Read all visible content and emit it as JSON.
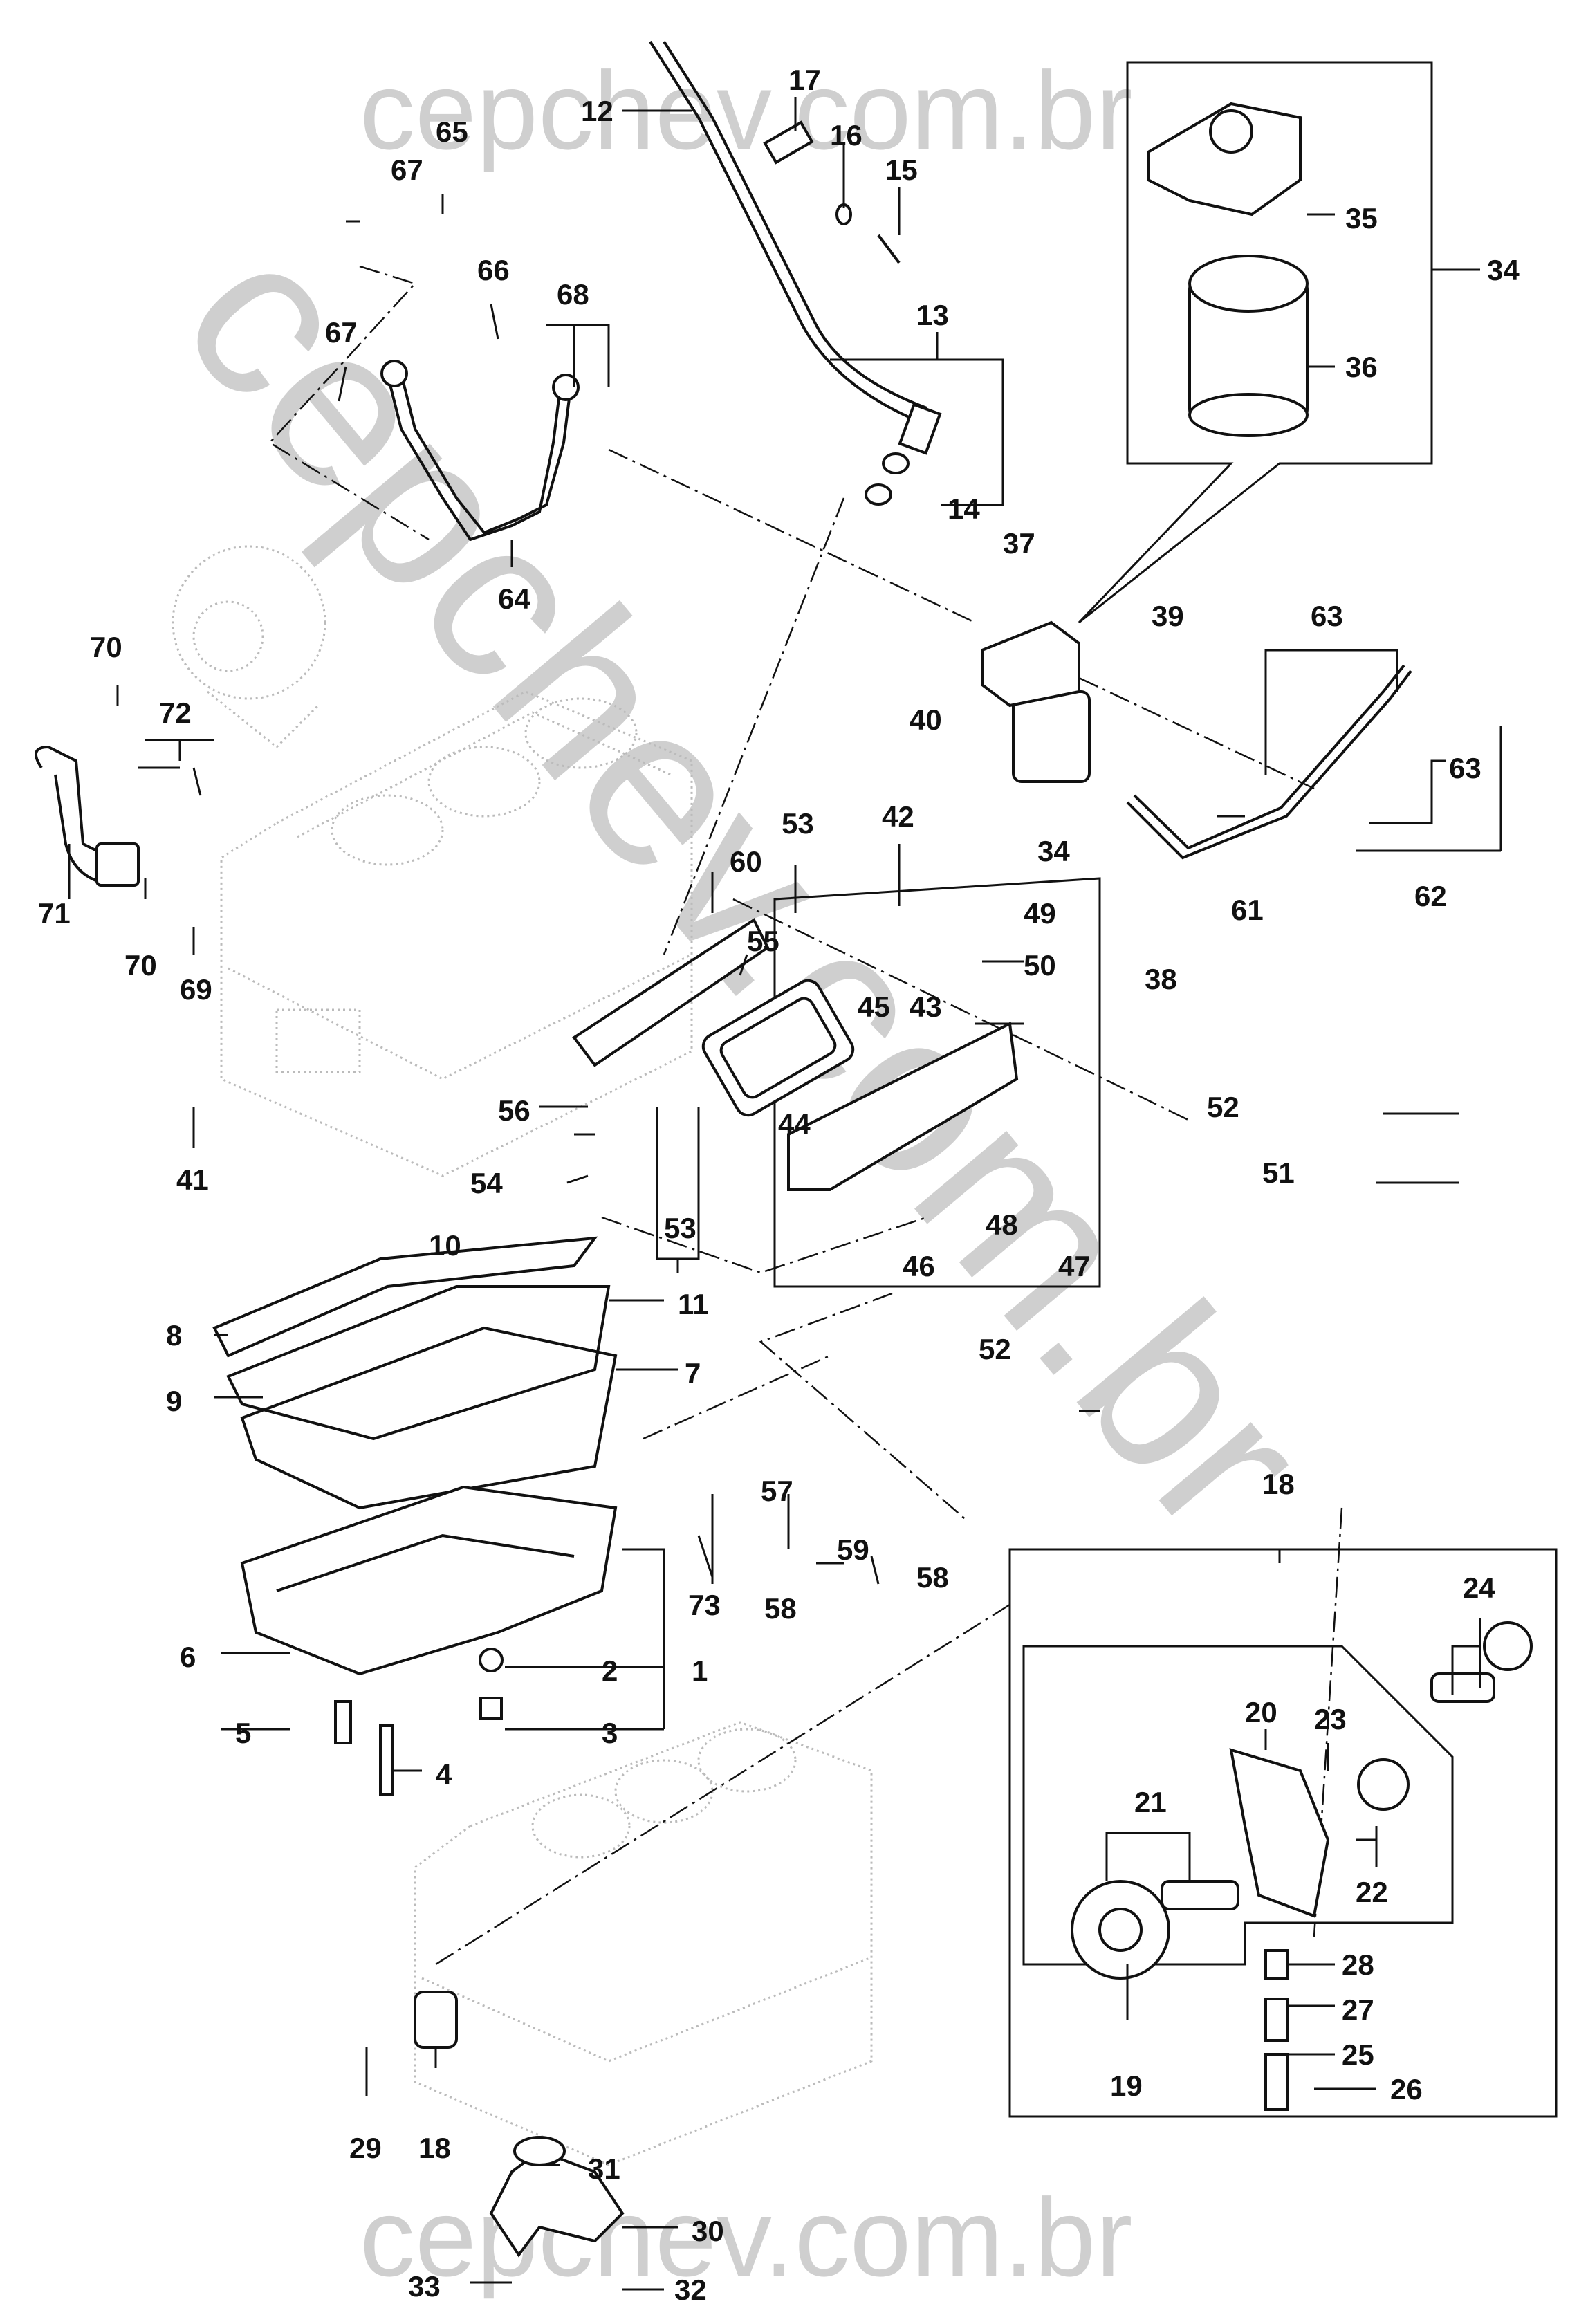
{
  "watermark": {
    "top": "cepchev.com.br",
    "diagonal": "cepchev.com.br",
    "bottom": "cepchev.com.br"
  },
  "callouts": [
    "1",
    "2",
    "3",
    "4",
    "5",
    "6",
    "7",
    "8",
    "9",
    "10",
    "11",
    "12",
    "13",
    "14",
    "15",
    "16",
    "17",
    "18",
    "18",
    "19",
    "20",
    "21",
    "22",
    "23",
    "24",
    "25",
    "26",
    "27",
    "28",
    "29",
    "30",
    "31",
    "32",
    "33",
    "34",
    "34",
    "35",
    "36",
    "37",
    "38",
    "39",
    "40",
    "41",
    "42",
    "43",
    "44",
    "45",
    "46",
    "47",
    "48",
    "49",
    "50",
    "51",
    "52",
    "52",
    "53",
    "53",
    "54",
    "55",
    "56",
    "57",
    "58",
    "58",
    "59",
    "60",
    "61",
    "62",
    "63",
    "63",
    "64",
    "65",
    "66",
    "67",
    "67",
    "68",
    "69",
    "70",
    "70",
    "71",
    "72",
    "73"
  ]
}
